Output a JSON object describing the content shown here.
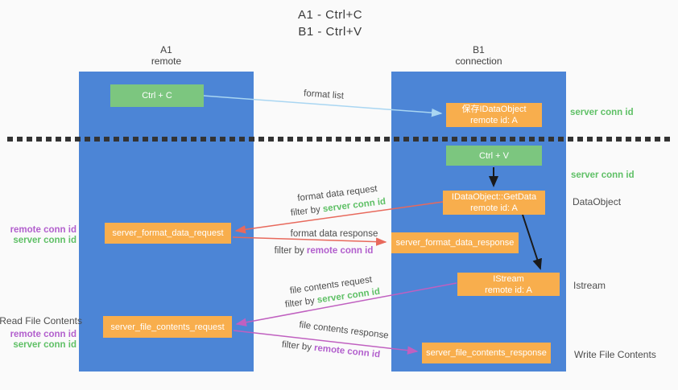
{
  "title": {
    "line1": "A1 - Ctrl+C",
    "line2": "B1 - Ctrl+V"
  },
  "lanes": {
    "a1": {
      "name": "A1",
      "subtitle": "remote"
    },
    "b1": {
      "name": "B1",
      "subtitle": "connection"
    }
  },
  "nodes": {
    "ctrl_c": {
      "label": "Ctrl + C"
    },
    "save_idataobject": {
      "line1": "保存IDataObject",
      "line2": "remote id: A"
    },
    "ctrl_v": {
      "label": "Ctrl + V"
    },
    "getdata": {
      "line1": "IDataObject::GetData",
      "line2": "remote id: A"
    },
    "format_request": {
      "label": "server_format_data_request"
    },
    "format_response": {
      "label": "server_format_data_response"
    },
    "istream": {
      "line1": "IStream",
      "line2": "remote id: A"
    },
    "file_request": {
      "label": "server_file_contents_request"
    },
    "file_response": {
      "label": "server_file_contents_response"
    }
  },
  "flow_labels": {
    "format_list": "format list",
    "format_data_request": "format data request",
    "filter_server_1": {
      "prefix": "filter by ",
      "value": "server conn id"
    },
    "format_data_response": "format data response",
    "filter_remote_1": {
      "prefix": "filter by ",
      "value": "remote conn id"
    },
    "file_contents_request": "file contents request",
    "filter_server_2": {
      "prefix": "filter by ",
      "value": "server conn id"
    },
    "file_contents_response": "file contents response",
    "filter_remote_2": {
      "prefix": "filter by ",
      "value": "remote conn id"
    }
  },
  "side_labels": {
    "left_remote_conn_1": "remote conn id",
    "left_server_conn_1": "server conn id",
    "read_file_contents": "Read File Contents",
    "left_remote_conn_2": "remote conn id",
    "left_server_conn_2": "server conn id",
    "right_server_conn_1": "server conn id",
    "right_server_conn_2": "server conn id",
    "dataobject": "DataObject",
    "istream": "Istream",
    "write_file_contents": "Write File Contents"
  },
  "colors": {
    "background": "#fafafa",
    "lane_blue": "#4c85d6",
    "node_green": "#7cc67f",
    "node_orange": "#f8ae4d",
    "arrow_lightblue": "#a9d6f2",
    "arrow_red": "#e8695c",
    "arrow_purple": "#c060c0",
    "arrow_black": "#1a1a1a",
    "divider_dash": "#333333",
    "text_green": "#5fc066",
    "text_purple": "#b25fcd",
    "text_gray": "#4d4d4d"
  }
}
